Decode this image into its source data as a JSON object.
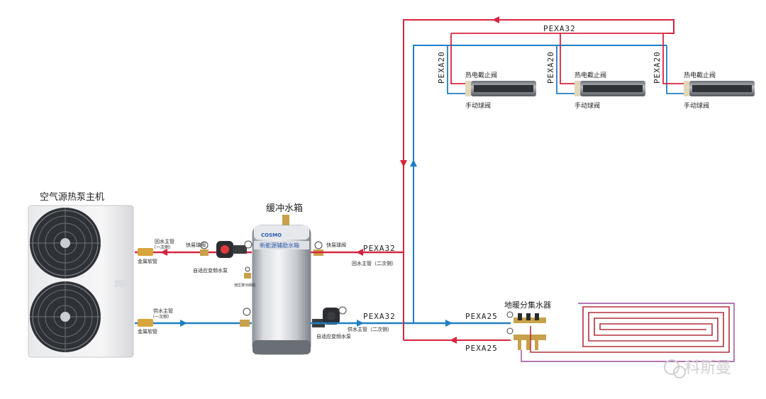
{
  "colors": {
    "supply": "#1f7fc4",
    "return": "#d8253f",
    "floor_loop": "#b4303c",
    "manifold_lead_purple": "#9a4a9a"
  },
  "heat_pump": {
    "title": "空气源热泵主机",
    "return_main_label": "回水主管",
    "return_main_sub": "（一次侧）",
    "supply_main_label": "供水主管",
    "supply_main_sub": "（一次侧）",
    "hose_label_top": "金属软管",
    "hose_label_bottom": "金属软管"
  },
  "buffer_tank": {
    "title": "缓冲水箱",
    "brand": "COSMO",
    "tank_label": "新能源辅助水箱",
    "left_valve_label": "快易球阀",
    "left_pump_label": "自适应变频水泵",
    "right_valve_label": "快易球阀",
    "right_pump_label": "自适应变频水泵",
    "drain_label": "泄压排污阀组"
  },
  "pipes": {
    "return_secondary_size": "PEXA32",
    "return_secondary_label": "回水主管（二次侧）",
    "supply_secondary_size": "PEXA32",
    "supply_secondary_label": "供水主管（二次侧）",
    "fancoil_trunk_size": "PEXA32",
    "manifold_supply_size": "PEXA25",
    "manifold_return_size": "PEXA25"
  },
  "fan_coils": [
    {
      "pipe_size": "PEXA20",
      "valve_top": "热电截止阀",
      "valve_bottom": "手动球阀"
    },
    {
      "pipe_size": "PEXA20",
      "valve_top": "热电截止阀",
      "valve_bottom": "手动球阀"
    },
    {
      "pipe_size": "PEXA20",
      "valve_top": "热电截止阀",
      "valve_bottom": "手动球阀"
    }
  ],
  "manifold": {
    "title": "地暖分集水器"
  },
  "watermark": {
    "text": "科斯曼"
  }
}
